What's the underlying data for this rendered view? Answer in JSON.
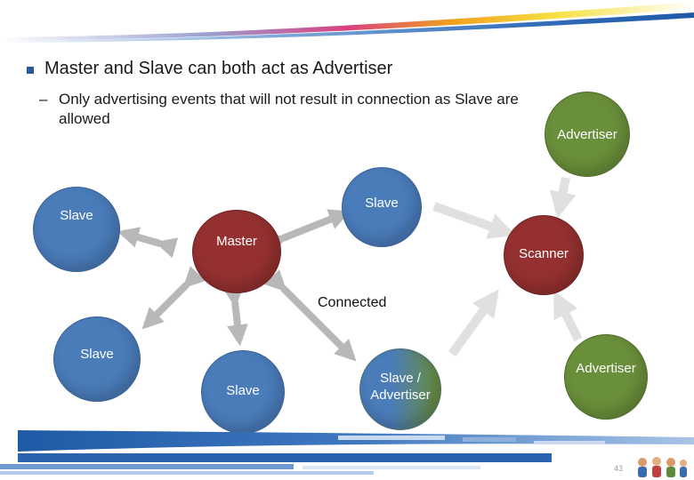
{
  "slide": {
    "bullet": "Master and Slave can both act as Advertiser",
    "sub_bullet_dash": "–",
    "sub_bullet": "Only advertising events that will not result in connection as Slave are allowed",
    "page_number": "43"
  },
  "nodes": {
    "advertiser_top": "Advertiser",
    "slave_top": "Slave",
    "slave_left": "Slave",
    "master": "Master",
    "scanner": "Scanner",
    "slave_lower_left": "Slave",
    "slave_bottom": "Slave",
    "slave_advertiser_line1": "Slave /",
    "slave_advertiser_line2": "Advertiser",
    "advertiser_bottom": "Advertiser"
  },
  "labels": {
    "connected": "Connected"
  },
  "colors": {
    "slave": "#4a7cba",
    "master": "#943030",
    "advertiser": "#6a8f3a",
    "arrow": "#b8b8b8",
    "arrow_light": "#e0e0e0",
    "band_blue": "#1f5aa6"
  }
}
